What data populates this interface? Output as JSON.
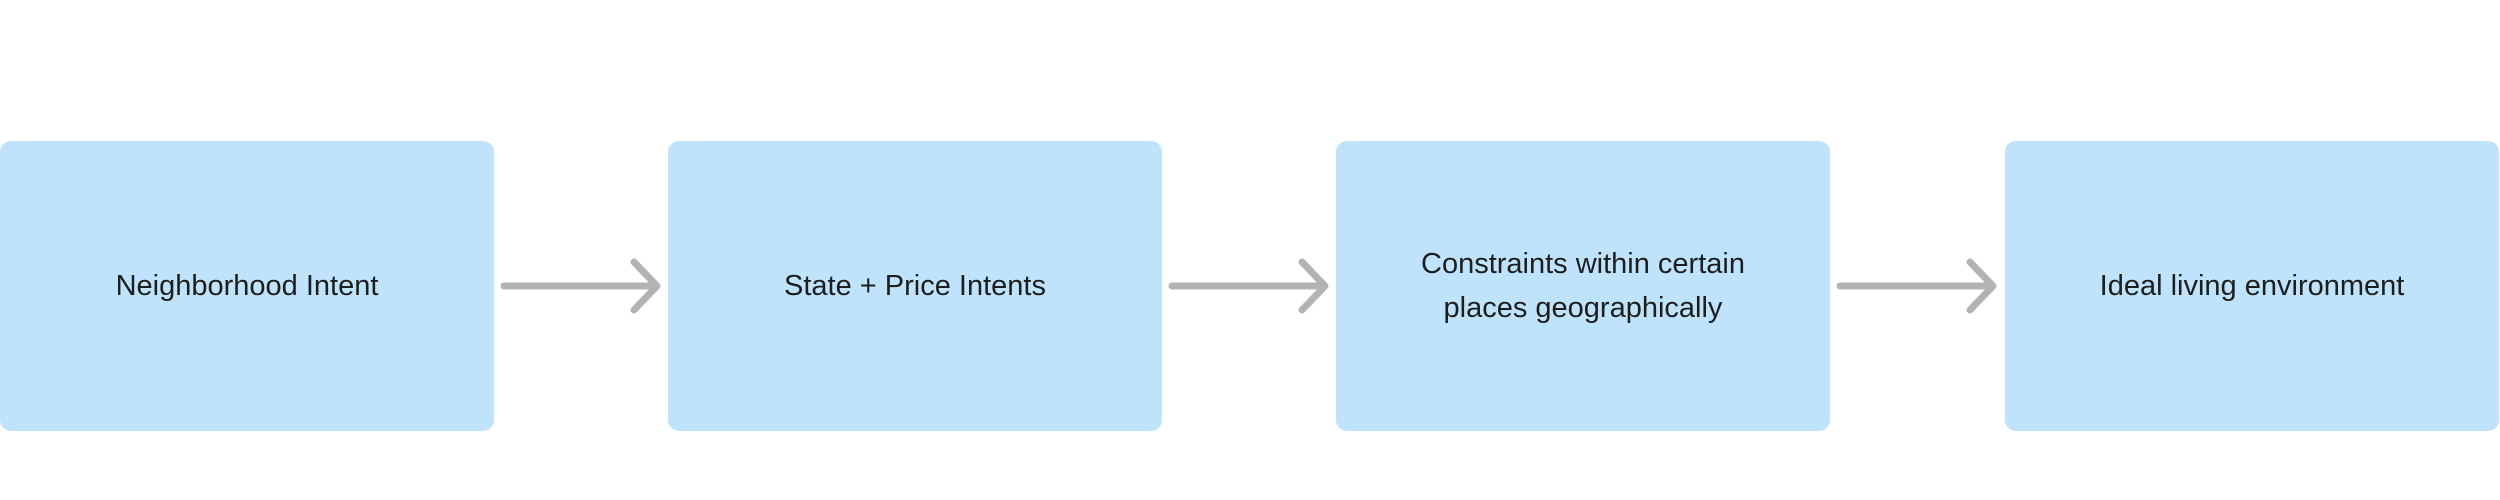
{
  "diagram": {
    "steps": [
      {
        "label": "Neighborhood Intent"
      },
      {
        "label": "State + Price Intents"
      },
      {
        "label": "Constraints within certain\nplaces geographically"
      },
      {
        "label": "Ideal living environment"
      }
    ],
    "colors": {
      "box_fill": "#bee3fb",
      "text": "#1e1e1e",
      "arrow": "#b3b3b3"
    },
    "connector_icon": "arrow-right-icon"
  }
}
